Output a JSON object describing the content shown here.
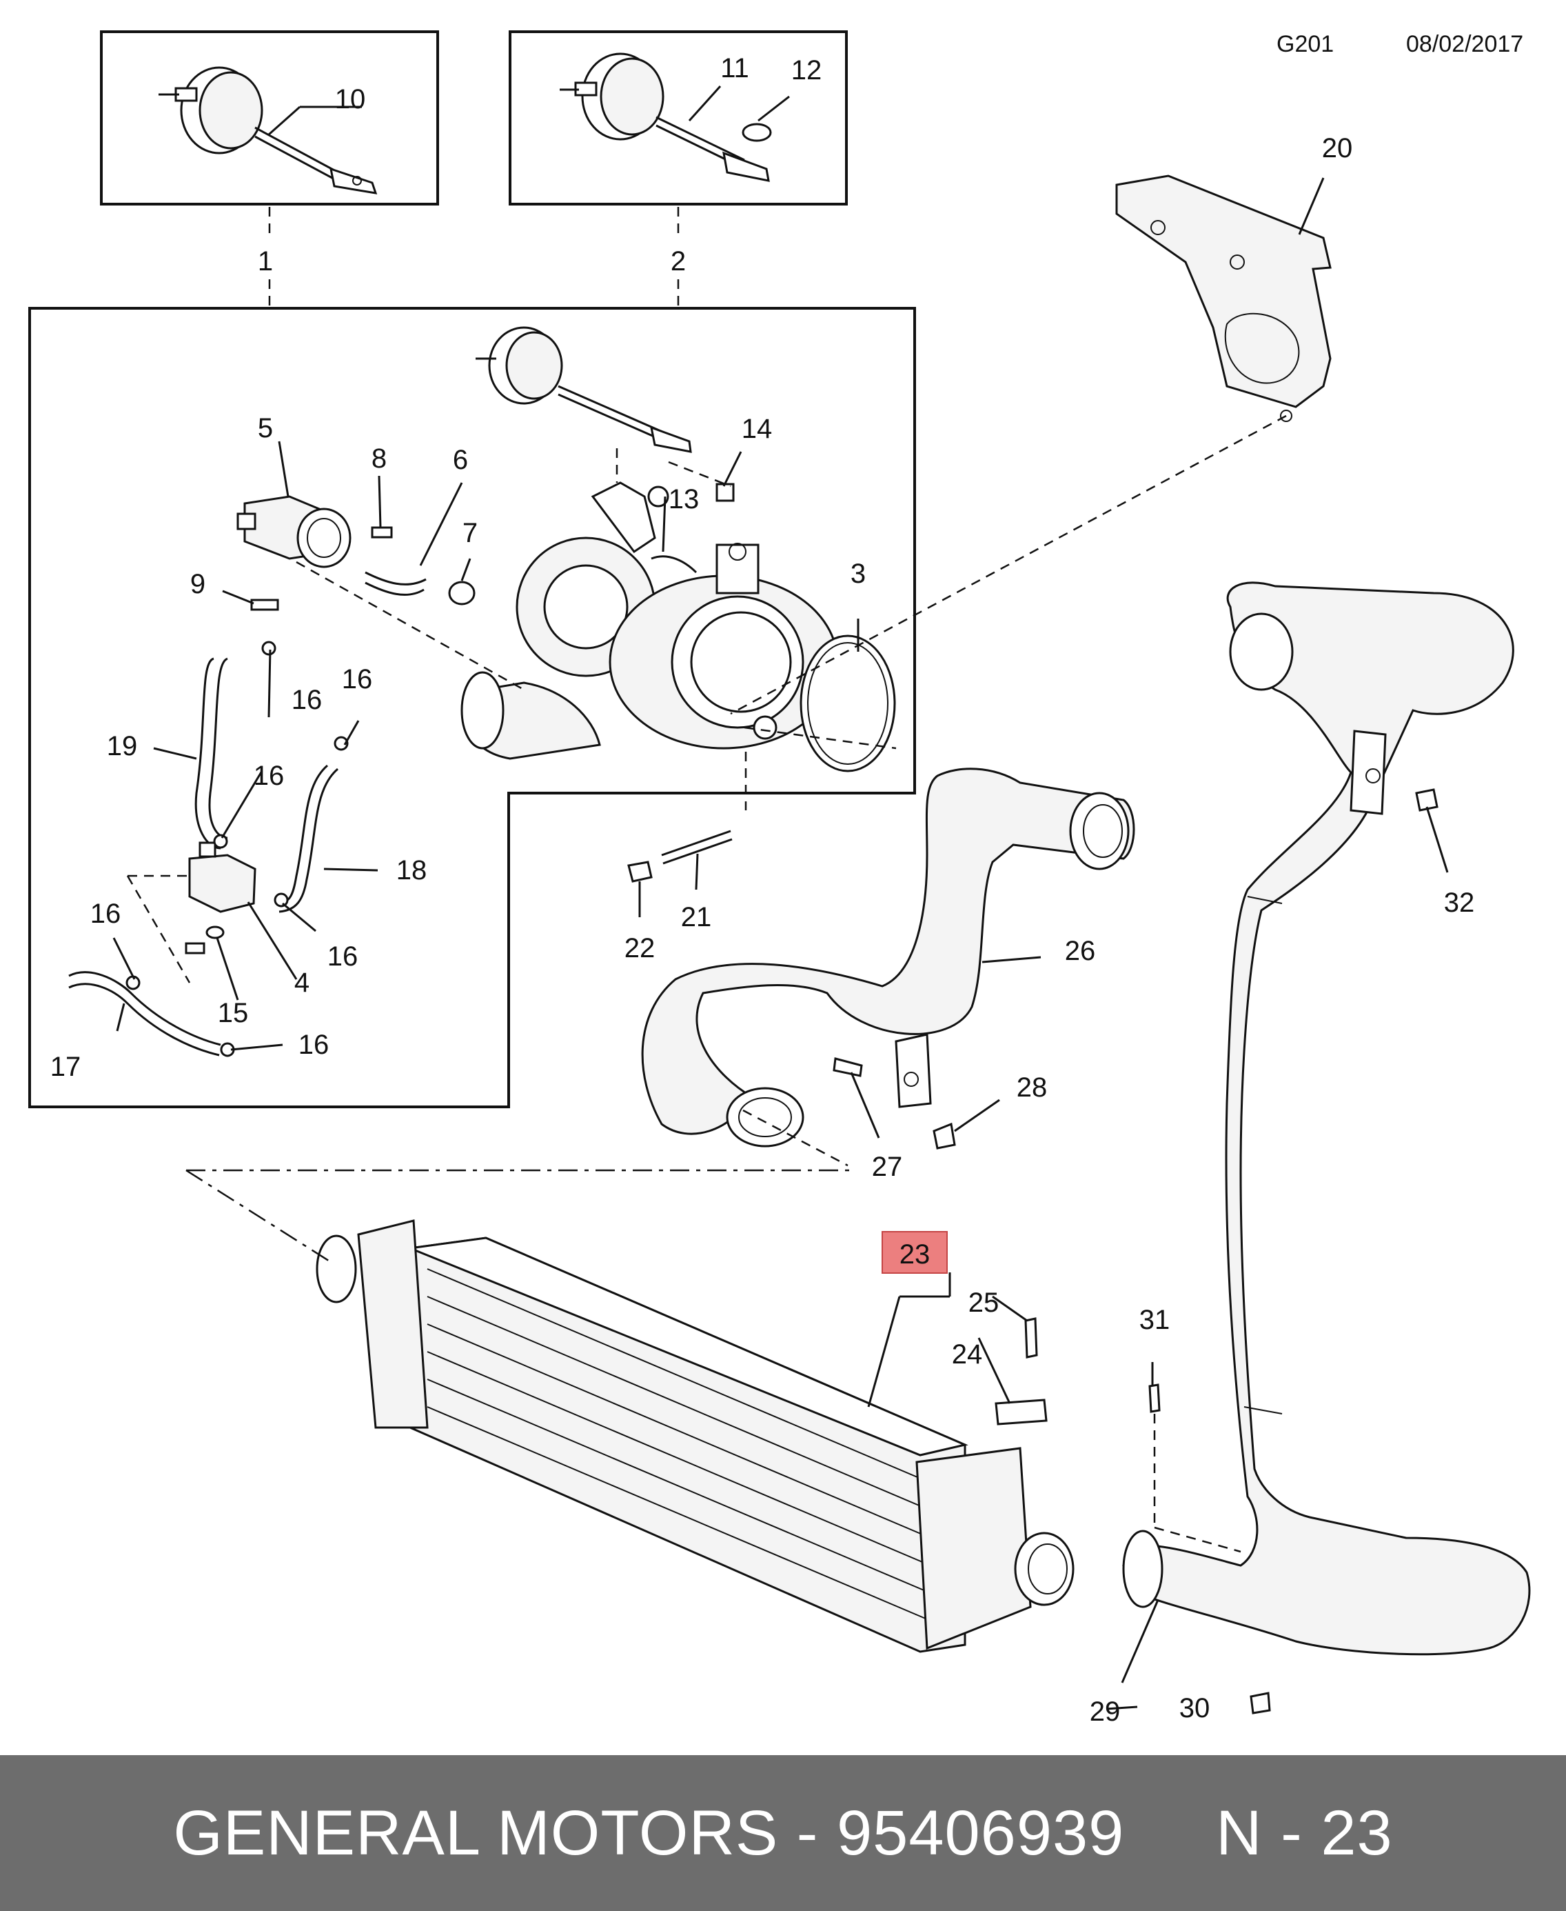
{
  "header": {
    "diagram_code": "G201",
    "date": "08/02/2017"
  },
  "callouts": [
    "1",
    "2",
    "3",
    "4",
    "5",
    "6",
    "7",
    "8",
    "9",
    "10",
    "11",
    "12",
    "13",
    "14",
    "15",
    "16",
    "17",
    "18",
    "19",
    "20",
    "21",
    "22",
    "23",
    "24",
    "25",
    "26",
    "27",
    "28",
    "29",
    "30",
    "31",
    "32"
  ],
  "highlight": {
    "number": "23",
    "color": "#ec7f7f"
  },
  "footer": {
    "manufacturer": "GENERAL MOTORS",
    "separator": " - ",
    "part_number": "95406939",
    "position": "N - 23",
    "background_color": "#6d6d6d"
  }
}
